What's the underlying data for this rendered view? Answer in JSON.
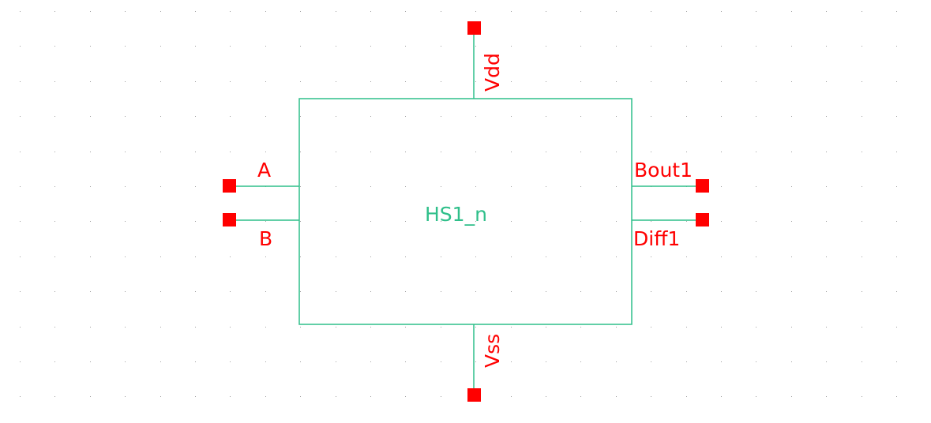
{
  "schematic": {
    "cell_name": "HS1_n",
    "colors": {
      "background": "#ffffff",
      "grid_dot": "#a0a0a0",
      "wire": "#2fbf8a",
      "pin": "#ff0000",
      "pin_label": "#ff0000",
      "cell_label": "#2fbf8a"
    },
    "pins": {
      "vdd": "Vdd",
      "vss": "Vss",
      "a": "A",
      "b": "B",
      "bout1": "Bout1",
      "diff1": "Diff1"
    }
  }
}
